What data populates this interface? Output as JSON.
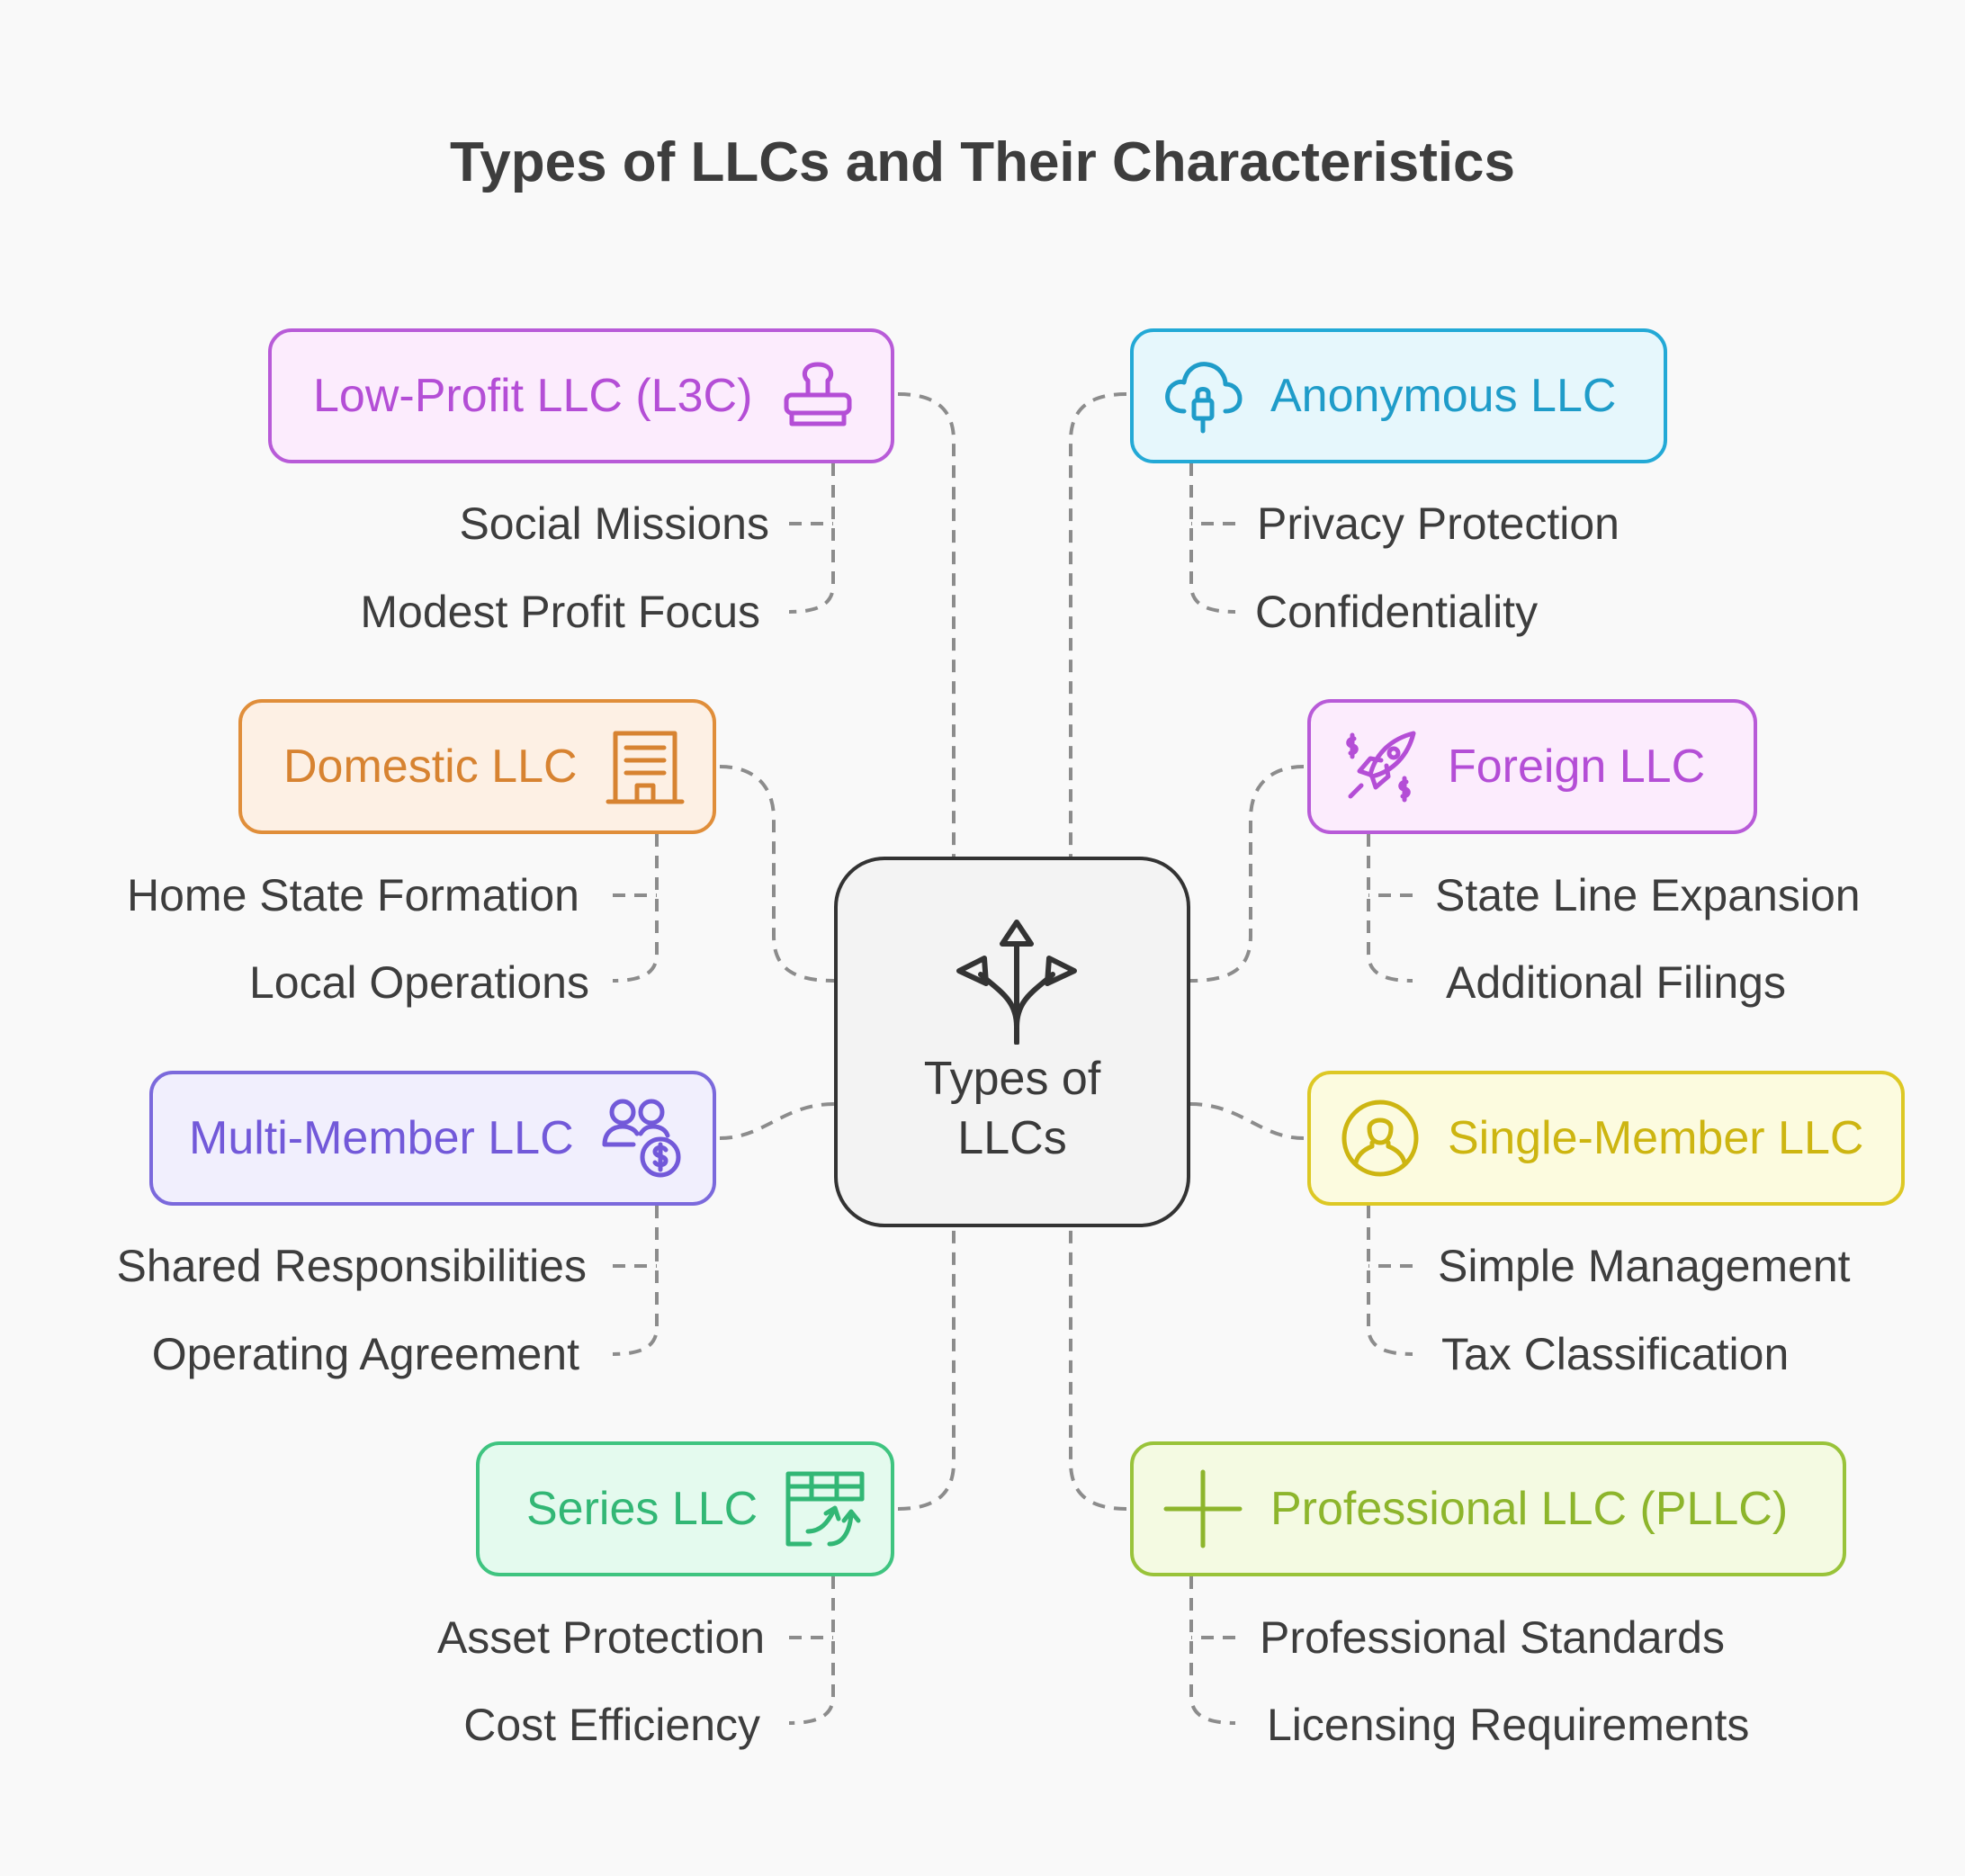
{
  "title": "Types of LLCs and Their Characteristics",
  "center": {
    "label_line1": "Types of",
    "label_line2": "LLCs",
    "icon": "split-arrows-icon"
  },
  "colors": {
    "purple": "#b85bd8",
    "cyan": "#23a9d6",
    "orange": "#e08e3a",
    "indigo": "#7b69dc",
    "yellow": "#ddc824",
    "green": "#3fc480",
    "lime": "#99c33a",
    "connector": "#8c8c8c"
  },
  "types": {
    "low_profit": {
      "name": "Low-Profit LLC (L3C)",
      "icon": "stamp-icon",
      "traits": [
        "Social Missions",
        "Modest Profit Focus"
      ]
    },
    "anonymous": {
      "name": "Anonymous LLC",
      "icon": "cloud-lock-icon",
      "traits": [
        "Privacy Protection",
        "Confidentiality"
      ]
    },
    "domestic": {
      "name": "Domestic LLC",
      "icon": "building-icon",
      "traits": [
        "Home State Formation",
        "Local Operations"
      ]
    },
    "foreign": {
      "name": "Foreign LLC",
      "icon": "rocket-icon",
      "traits": [
        "State Line Expansion",
        "Additional Filings"
      ]
    },
    "multi_member": {
      "name": "Multi-Member LLC",
      "icon": "users-dollar-icon",
      "traits": [
        "Shared Responsibilities",
        "Operating Agreement"
      ]
    },
    "single_member": {
      "name": "Single-Member LLC",
      "icon": "user-circle-icon",
      "traits": [
        "Simple Management",
        "Tax Classification"
      ]
    },
    "series": {
      "name": "Series LLC",
      "icon": "table-arrows-icon",
      "traits": [
        "Asset Protection",
        "Cost Efficiency"
      ]
    },
    "professional": {
      "name": "Professional LLC (PLLC)",
      "icon": "plus-icon",
      "traits": [
        "Professional Standards",
        "Licensing Requirements"
      ]
    }
  }
}
